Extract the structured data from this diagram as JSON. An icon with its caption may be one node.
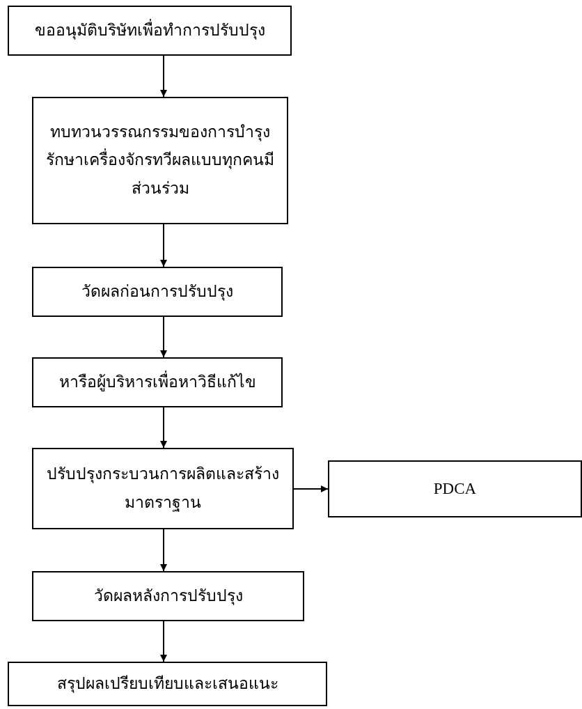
{
  "diagram": {
    "nodes": [
      {
        "text": [
          "ขออนุมัติบริษัทเพื่อทำการปรับปรุง"
        ]
      },
      {
        "text": [
          "ทบทวนวรรณกรรมของการบำรุงรักษาเครื่องจักรทวีผลแบบทุกคนมีส่วนร่วม"
        ]
      },
      {
        "text": [
          "วัดผลก่อนการปรับปรุง"
        ]
      },
      {
        "text": [
          "หารือผู้บริหารเพื่อหาวิธีแก้ไข"
        ]
      },
      {
        "text": [
          "ปรับปรุงกระบวนการผลิตและสร้างมาตราฐาน"
        ]
      },
      {
        "text": [
          "PDCA"
        ]
      },
      {
        "text": [
          "วัดผลหลังการปรับปรุง"
        ]
      },
      {
        "text": [
          "สรุปผลเปรียบเทียบและเสนอแนะ"
        ]
      }
    ],
    "edges": [
      {
        "from": 0,
        "to": 1,
        "arrow": "to"
      },
      {
        "from": 1,
        "to": 2,
        "arrow": "to"
      },
      {
        "from": 2,
        "to": 3,
        "arrow": "to"
      },
      {
        "from": 3,
        "to": 4,
        "arrow": "to"
      },
      {
        "from": 4,
        "to": 5,
        "arrow": "to"
      },
      {
        "from": 4,
        "to": 6,
        "arrow": "to"
      },
      {
        "from": 6,
        "to": 7,
        "arrow": "to"
      }
    ]
  }
}
